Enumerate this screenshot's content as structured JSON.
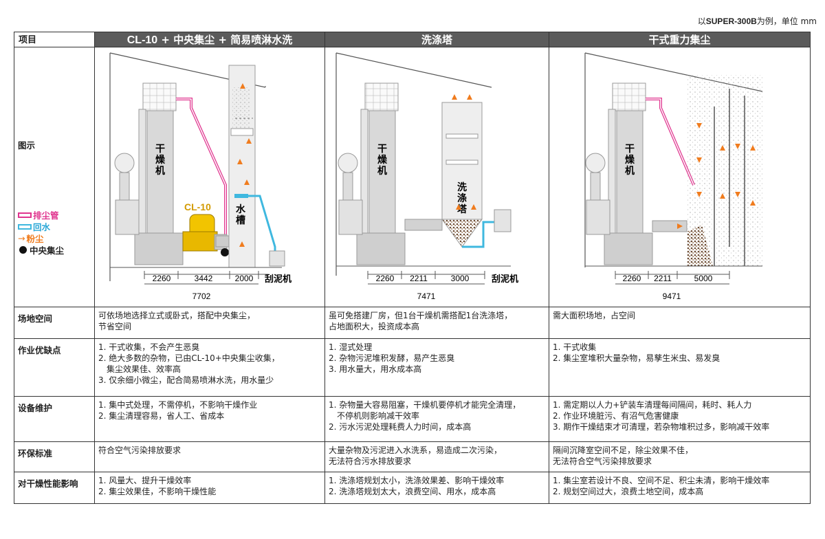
{
  "unit_note_bold": "SUPER-300B",
  "unit_note_prefix": "以",
  "unit_note_suffix": "为例，单位 mm",
  "header": {
    "col0": "项目",
    "col1_bold": "CL-10",
    "col1_rest": " + 中央集尘 + 简易喷淋水洗",
    "col2": "洗涤塔",
    "col3": "干式重力集尘"
  },
  "diagram_row_label": "图示",
  "legend": {
    "pipe": "排尘管",
    "water": "回水",
    "dust": "粉尘",
    "central": "中央集尘"
  },
  "diagrams": {
    "dryer_label": [
      "干",
      "燥",
      "机"
    ],
    "d1": {
      "device": "CL-10",
      "tank": [
        "水",
        "槽"
      ],
      "scraper": "刮泥机",
      "dims": [
        "2260",
        "3442",
        "2000"
      ],
      "total": "7702"
    },
    "d2": {
      "tower": [
        "洗",
        "涤",
        "塔"
      ],
      "scraper": "刮泥机",
      "dims": [
        "2260",
        "2211",
        "3000"
      ],
      "total": "7471"
    },
    "d3": {
      "dims": [
        "2260",
        "2211",
        "5000"
      ],
      "total": "9471"
    }
  },
  "rows": [
    {
      "label": "场地空间",
      "c1": [
        "可依场地选择立式或卧式，搭配中央集尘，",
        "节省空间"
      ],
      "c2": [
        "虽可免搭建厂房，但1台干燥机需搭配1台洗涤塔，",
        "占地面积大，投资成本高"
      ],
      "c3": [
        "需大面积场地，占空间"
      ]
    },
    {
      "label": "作业优缺点",
      "c1": [
        "1. 干式收集，不会产生恶臭",
        "2. 绝大多数的杂物，已由CL-10+中央集尘收集，",
        "   集尘效果佳、效率高",
        "3. 仅余细小微尘，配合简易喷淋水洗，用水量少"
      ],
      "c2": [
        "1. 湿式处理",
        "2. 杂物污泥堆积发酵，易产生恶臭",
        "3. 用水量大，用水成本高"
      ],
      "c3": [
        "1. 干式收集",
        "2. 集尘室堆积大量杂物，易孳生米虫、易发臭"
      ]
    },
    {
      "label": "设备维护",
      "c1": [
        "1. 集中式处理，不需停机，不影响干燥作业",
        "2. 集尘清理容易，省人工、省成本"
      ],
      "c2": [
        "1. 杂物量大容易阻塞，干燥机要停机才能完全清理，",
        "   不停机则影响减干效率",
        "2. 污水污泥处理耗费人力时间，成本高"
      ],
      "c3": [
        "1. 需定期以人力+铲装车清理每间隔间，耗时、耗人力",
        "2. 作业环境脏污、有沼气危害健康",
        "3. 期作干燥结束才可清理，若杂物堆积过多，影响减干效率"
      ]
    },
    {
      "label": "环保标准",
      "c1": [
        "符合空气污染排放要求"
      ],
      "c2": [
        "大量杂物及污泥进入水洗系，易造成二次污染，",
        "无法符合污水排放要求"
      ],
      "c3": [
        " 隔间沉降室空间不足，除尘效果不佳，",
        " 无法符合空气污染排放要求"
      ]
    },
    {
      "label": "对干燥性能影响",
      "c1": [
        "1. 风量大、提升干燥效率",
        "2. 集尘效果佳，不影响干燥性能"
      ],
      "c2": [
        "1. 洗涤塔规划太小，洗涤效果差、影响干燥效率",
        "2. 洗涤塔规划太大，浪费空间、用水，成本高"
      ],
      "c3": [
        "1. 集尘室若设计不良、空间不足、积尘未清，影响干燥效率",
        "2. 规划空间过大，浪费土地空间，成本高"
      ]
    }
  ],
  "colors": {
    "pipe": "#e0358f",
    "water": "#3fb8df",
    "dust": "#f07c1e",
    "device": "#f2c400",
    "header_bg": "#5b5b5b"
  }
}
